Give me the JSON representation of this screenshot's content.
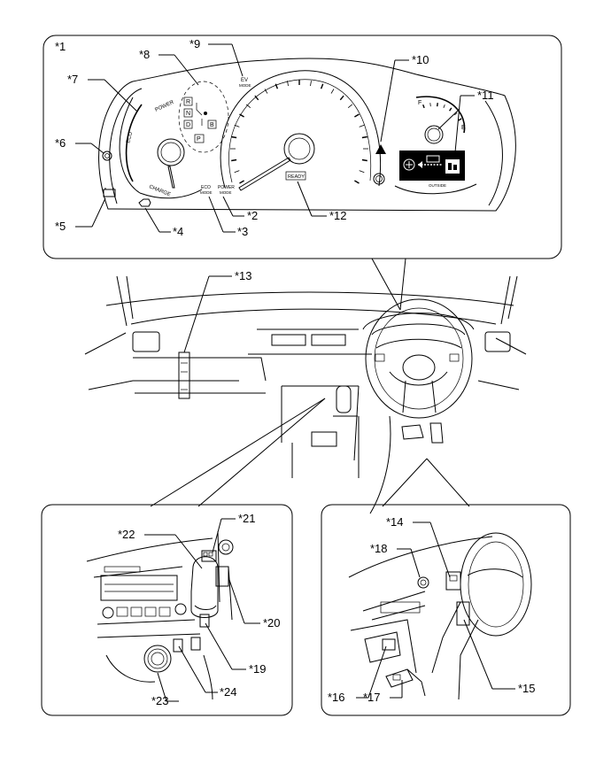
{
  "callouts": {
    "c1": "*1",
    "c2": "*2",
    "c3": "*3",
    "c4": "*4",
    "c5": "*5",
    "c6": "*6",
    "c7": "*7",
    "c8": "*8",
    "c9": "*9",
    "c10": "*10",
    "c11": "*11",
    "c12": "*12",
    "c13": "*13",
    "c14": "*14",
    "c15": "*15",
    "c16": "*16",
    "c17": "*17",
    "c18": "*18",
    "c19": "*19",
    "c20": "*20",
    "c21": "*21",
    "c22": "*22",
    "c23": "*23",
    "c24": "*24"
  },
  "gauge_text": {
    "eco": "ECO",
    "power": "POWER",
    "charge": "CHARGE",
    "fuel_full": "F",
    "fuel_empty": "E",
    "outside": "OUTSIDE",
    "ready": "READY",
    "ev_mode_1": "EV",
    "ev_mode_2": "MODE",
    "eco_mode_1": "ECO",
    "eco_mode_2": "MODE",
    "power_mode_1": "POWER",
    "power_mode_2": "MODE"
  },
  "shift_positions": {
    "r": "R",
    "n": "N",
    "d": "D",
    "b": "B",
    "p": "P"
  }
}
